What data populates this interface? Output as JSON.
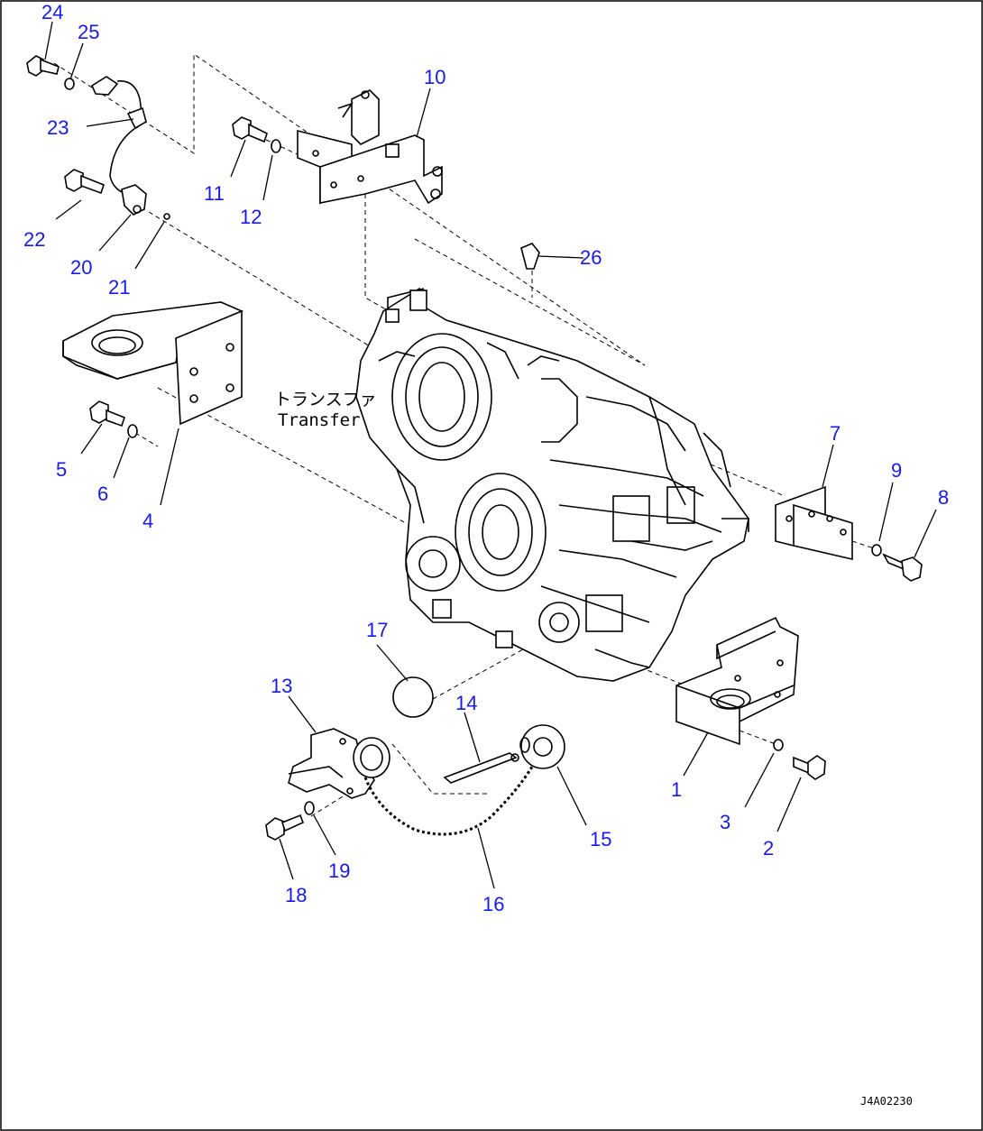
{
  "diagram": {
    "body_label_jp": "トランスファ",
    "body_label_en": "Transfer",
    "drawing_code": "J4A02230",
    "colors": {
      "callout": "#1a1ae6",
      "line": "#000000",
      "background": "#ffffff"
    },
    "callouts": [
      "1",
      "2",
      "3",
      "4",
      "5",
      "6",
      "7",
      "8",
      "9",
      "10",
      "11",
      "12",
      "13",
      "14",
      "15",
      "16",
      "17",
      "18",
      "19",
      "20",
      "21",
      "22",
      "23",
      "24",
      "25",
      "26"
    ]
  }
}
